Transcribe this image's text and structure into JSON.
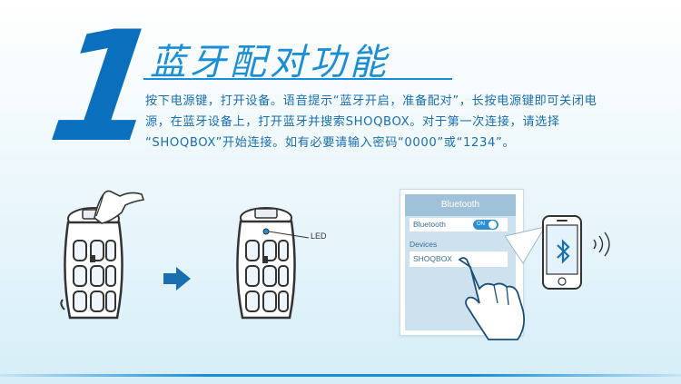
{
  "header": {
    "step_number": "1",
    "title": "蓝牙配对功能"
  },
  "description": {
    "line1": "按下电源键，打开设备。语音提示“蓝牙开启，准备配对”，长按电源键即可关闭电",
    "line2": "源，在蓝牙设备上，打开蓝牙并搜索SHOQBOX。对于第一次连接，请选择",
    "line3": "“SHOQBOX”开始连接。如有必要请输入密码“0000”或“1234”。"
  },
  "illustrations": {
    "led_label": "LED",
    "arrow_icon": "arrow-right-icon",
    "speaker_icon": "speaker-icon",
    "hand_icon": "hand-icon",
    "phone_icon": "phone-icon",
    "bluetooth_icon": "bluetooth-icon"
  },
  "bluetooth_screen": {
    "header": "Bluetooth",
    "bluetooth_row_label": "Bluetooth",
    "toggle_label": "ON",
    "devices_label": "Devices",
    "device_name": "SHOQBOX"
  },
  "colors": {
    "accent": "#1a8fd6",
    "step_number": "#0a6fbd",
    "text": "#1a6fb0"
  }
}
